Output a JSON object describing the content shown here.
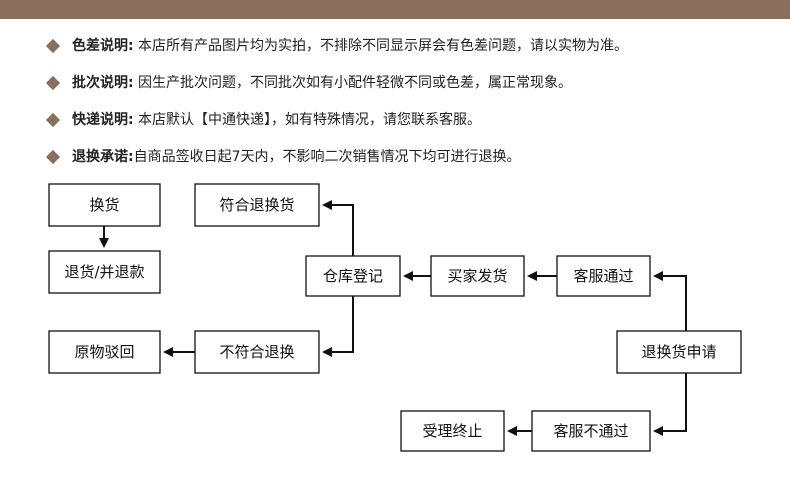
{
  "colors": {
    "top_bar": "#8a6f5e",
    "diamond": "#8a6f5e",
    "line": "#111111"
  },
  "notes": [
    {
      "label": "色差说明:",
      "text": " 本店所有产品图片均为实拍，不排除不同显示屏会有色差问题，请以实物为准。"
    },
    {
      "label": "批次说明:",
      "text": " 因生产批次问题，不同批次如有小配件轻微不同或色差，属正常现象。"
    },
    {
      "label": "快递说明:",
      "text": " 本店默认【中通快递】，如有特殊情况，请您联系客服。"
    },
    {
      "label": "退换承诺:",
      "text": "自商品签收日起7天内，不影响二次销售情况下均可进行退换。"
    }
  ],
  "flow": {
    "exchange": "换货",
    "refund": "退货/并退款",
    "eligible": "符合退换货",
    "warehouse": "仓库登记",
    "buyer_ship": "买家发货",
    "cs_approve": "客服通过",
    "apply": "退换货申请",
    "not_eligible": "不符合退换",
    "rejected": "原物驳回",
    "cs_reject": "客服不通过",
    "terminated": "受理终止"
  }
}
